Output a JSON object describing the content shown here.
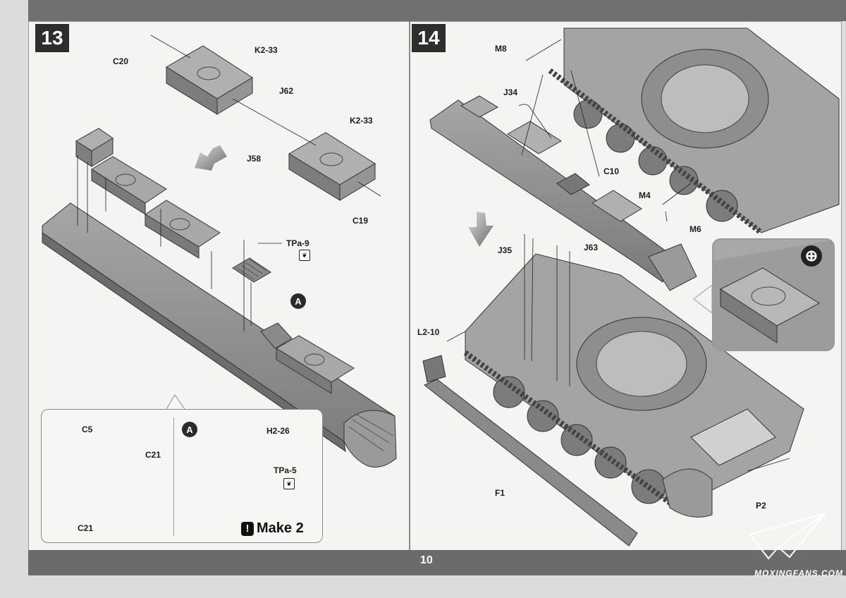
{
  "page_number": "10",
  "watermark": "MOXINGFANS.COM",
  "steps": [
    {
      "number": "13",
      "labels": {
        "k2_33_top": "K2-33",
        "c20": "C20",
        "j62": "J62",
        "k2_33_right": "K2-33",
        "j58": "J58",
        "c19": "C19",
        "tpa_9": "TPa-9",
        "callout_a": "A"
      },
      "inset": {
        "c5": "C5",
        "c21_top": "C21",
        "c21_bottom": "C21",
        "callout_a": "A",
        "h2_26": "H2-26",
        "tpa_5": "TPa-5",
        "make_note": "Make 2"
      }
    },
    {
      "number": "14",
      "labels": {
        "m8": "M8",
        "j34": "J34",
        "c10": "C10",
        "m4": "M4",
        "m6": "M6",
        "j35": "J35",
        "j63": "J63",
        "l2_10": "L2-10",
        "f1": "F1",
        "p2": "P2"
      }
    }
  ],
  "icons": {
    "cement": "glue-icon",
    "zoom": "magnifier-plus-icon",
    "note": "exclamation-icon"
  },
  "colors": {
    "paper": "#f4f4f2",
    "header_bar": "#707070",
    "step_box": "#2e2e2e",
    "part_gray": "#8f8f8f"
  }
}
